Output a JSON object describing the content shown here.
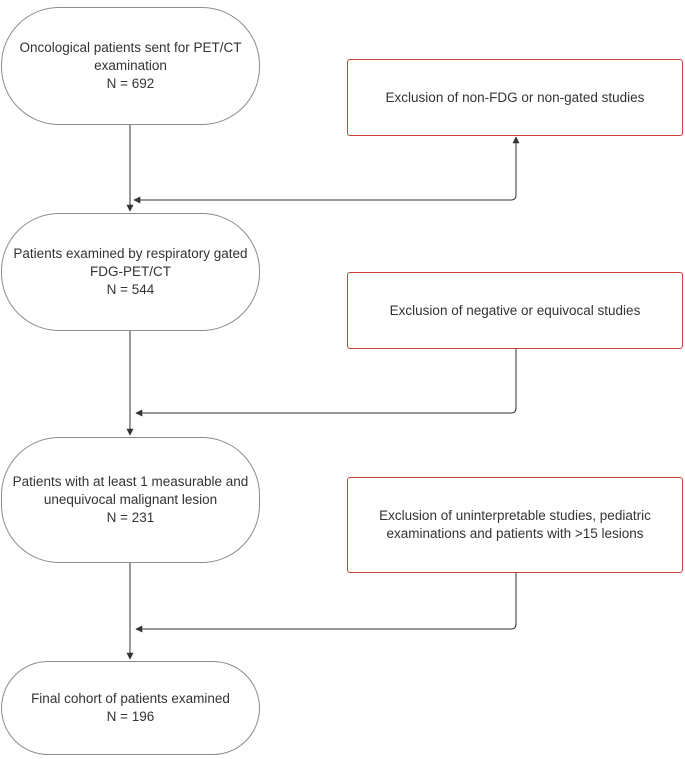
{
  "steps": [
    {
      "lines": [
        "Oncological patients sent for PET/CT",
        "examination",
        "N = 692"
      ]
    },
    {
      "lines": [
        "Patients examined by respiratory gated",
        "FDG-PET/CT",
        "N = 544"
      ]
    },
    {
      "lines": [
        "Patients with at least 1 measurable and",
        "unequivocal malignant lesion",
        "N = 231"
      ]
    },
    {
      "lines": [
        "Final cohort of patients examined",
        "N = 196"
      ]
    }
  ],
  "exclusions": [
    {
      "lines": [
        "Exclusion of non-FDG or non-gated studies"
      ]
    },
    {
      "lines": [
        "Exclusion of negative or equivocal studies"
      ]
    },
    {
      "lines": [
        "Exclusion of uninterpretable studies, pediatric",
        "examinations and patients with >15 lesions"
      ]
    }
  ],
  "colors": {
    "step_border": "#8c8c8c",
    "exclusion_border": "#c9403a",
    "connector": "#333333",
    "text": "#333333"
  }
}
